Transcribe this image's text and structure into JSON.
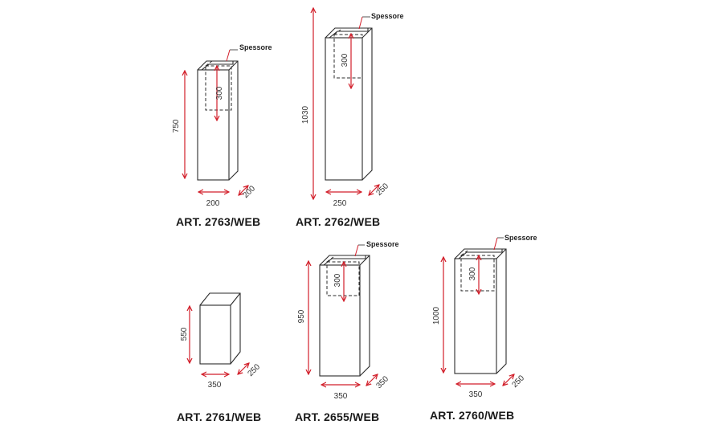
{
  "label_color": "#d21f2a",
  "items": [
    {
      "art": "ART.  2763/WEB",
      "height": "750",
      "width": "200",
      "depth": "200",
      "spessore": "Spessore",
      "inner": "300"
    },
    {
      "art": "ART.  2762/WEB",
      "height": "1030",
      "width": "250",
      "depth": "250",
      "spessore": "Spessore",
      "inner": "300"
    },
    {
      "art": "ART.  2761/WEB",
      "height": "550",
      "width": "350",
      "depth": "250"
    },
    {
      "art": "ART.  2655/WEB",
      "height": "950",
      "width": "350",
      "depth": "350",
      "spessore": "Spessore",
      "inner": "300"
    },
    {
      "art": "ART.  2760/WEB",
      "height": "1000",
      "width": "350",
      "depth": "250",
      "spessore": "Spessore",
      "inner": "300"
    }
  ]
}
